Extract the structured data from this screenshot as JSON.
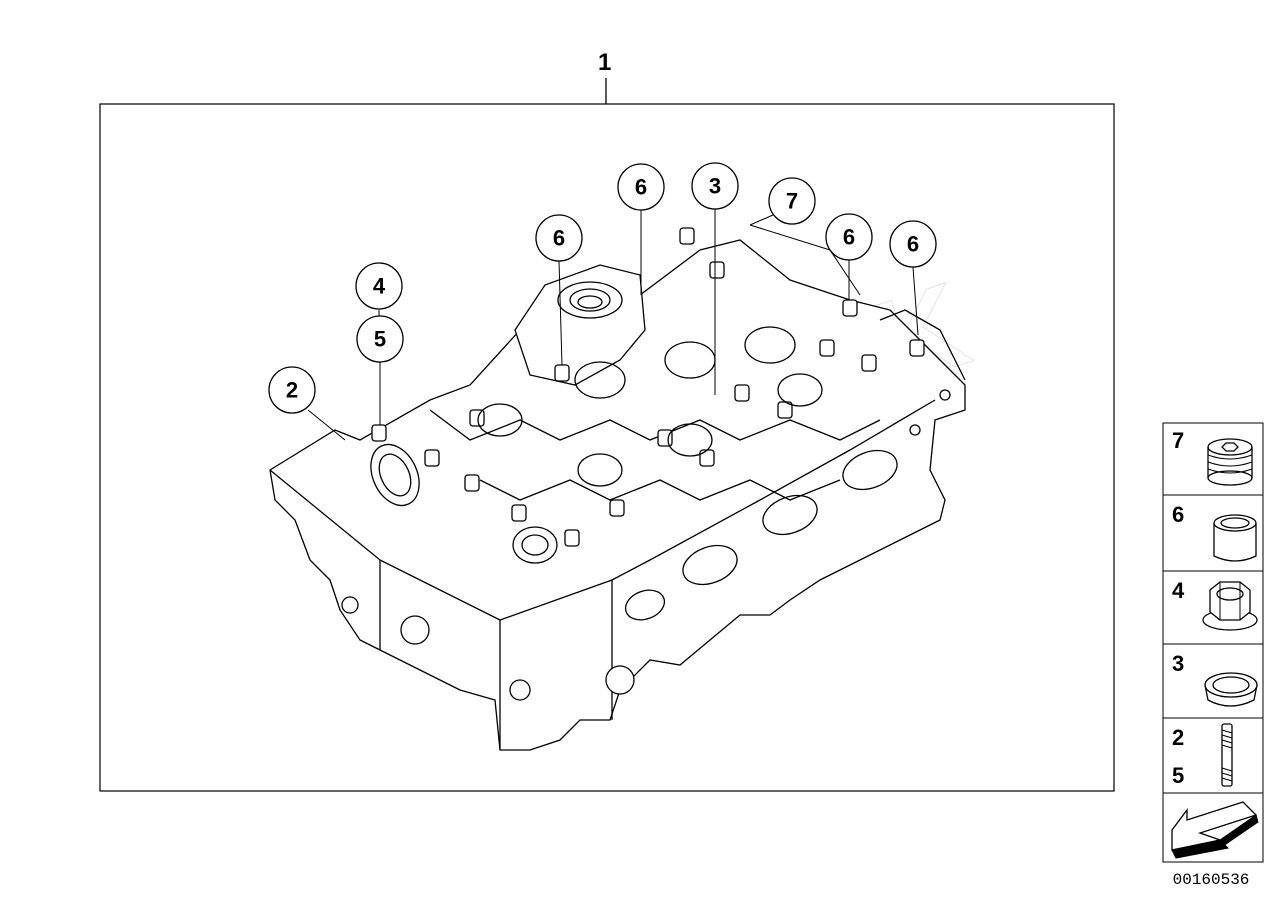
{
  "diagram": {
    "main_label": "1",
    "part_number": "00160536",
    "watermark": "ASIOSOOK"
  },
  "callouts": [
    {
      "id": "callout-6-a",
      "num": "6"
    },
    {
      "id": "callout-3",
      "num": "3"
    },
    {
      "id": "callout-7",
      "num": "7"
    },
    {
      "id": "callout-6-b",
      "num": "6"
    },
    {
      "id": "callout-6-c",
      "num": "6"
    },
    {
      "id": "callout-6-d",
      "num": "6"
    },
    {
      "id": "callout-4",
      "num": "4"
    },
    {
      "id": "callout-5",
      "num": "5"
    },
    {
      "id": "callout-2",
      "num": "2"
    }
  ],
  "legend": [
    {
      "labels": [
        "7"
      ],
      "icon": "threaded-plug-icon"
    },
    {
      "labels": [
        "6"
      ],
      "icon": "dowel-sleeve-icon"
    },
    {
      "labels": [
        "4"
      ],
      "icon": "hex-nut-icon"
    },
    {
      "labels": [
        "3"
      ],
      "icon": "sealing-ring-icon"
    },
    {
      "labels": [
        "2",
        "5"
      ],
      "icon": "stud-bolt-icon"
    },
    {
      "labels": [],
      "icon": "navigation-arrow-icon"
    }
  ]
}
